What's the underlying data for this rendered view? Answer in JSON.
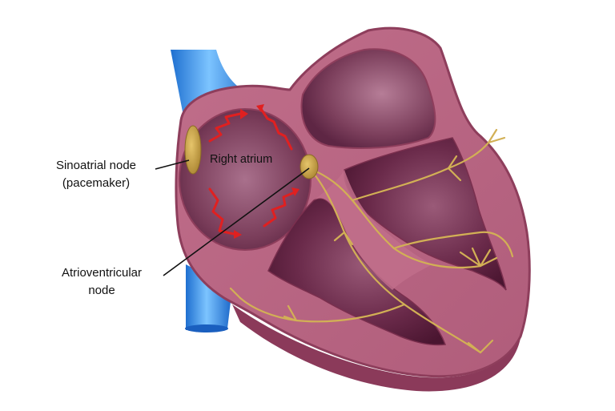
{
  "labels": {
    "sinoatrial_line1": "Sinoatrial node",
    "sinoatrial_line2": "(pacemaker)",
    "right_atrium": "Right atrium",
    "av_line1": "Atrioventricular",
    "av_line2": "node"
  },
  "colors": {
    "background": "#ffffff",
    "heart_wall": "#b8627f",
    "heart_wall_dark": "#8e3e5c",
    "chamber": "#5a1f3c",
    "vein": "#2f8fe0",
    "node": "#c9a64a",
    "conduction_fiber": "#d2b055",
    "signal_arrow": "#e02020",
    "leader_line": "#111111"
  }
}
